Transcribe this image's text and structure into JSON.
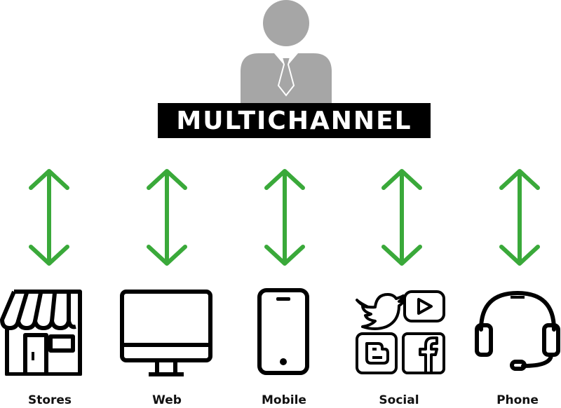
{
  "banner": {
    "text": "MULTICHANNEL"
  },
  "colors": {
    "arrow": "#3aa93a",
    "person": "#a6a6a6",
    "banner_bg": "#000000",
    "banner_text": "#ffffff"
  },
  "channels": [
    {
      "label": "Stores",
      "icon": "storefront-icon"
    },
    {
      "label": "Web",
      "icon": "desktop-monitor-icon"
    },
    {
      "label": "Mobile",
      "icon": "smartphone-icon"
    },
    {
      "label": "Social",
      "icon": "social-media-icons"
    },
    {
      "label": "Phone",
      "icon": "headset-icon"
    }
  ]
}
